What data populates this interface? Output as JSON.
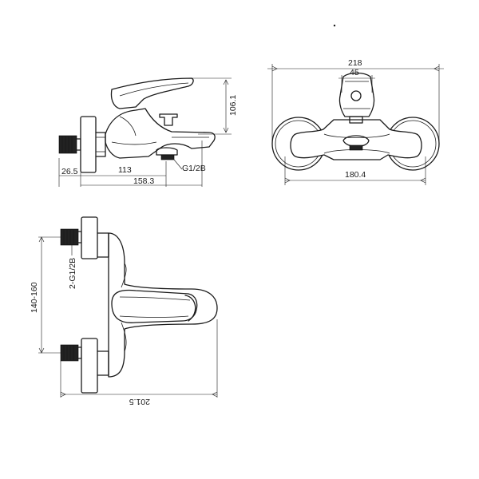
{
  "dimensions": {
    "side_height": "106.1",
    "side_wall": "26.5",
    "side_spout": "113",
    "side_length": "158.3",
    "side_outlet_thread": "G1/2B",
    "front_total_width": "218",
    "front_handle_width": "45",
    "front_centers": "180.4",
    "top_inlet_thread": "2-G1/2B",
    "top_center_range": "140-160",
    "top_projection": "201.5"
  },
  "colors": {
    "line": "#1a1a1a",
    "thread": "#222222",
    "background": "#ffffff"
  }
}
